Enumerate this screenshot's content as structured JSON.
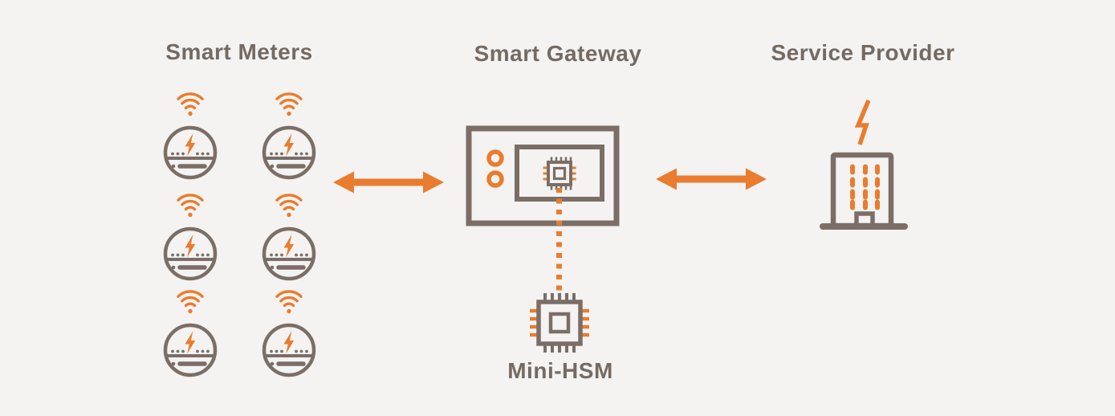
{
  "page": {
    "background": "#F4F3F2"
  },
  "colors": {
    "accent_orange": "#E97C2E",
    "line_brown": "#7B6E66",
    "text_brown": "#756A62",
    "background": "#F4F3F2"
  },
  "sections": {
    "smart_meters": {
      "title": "Smart Meters",
      "meter_count": 6,
      "columns": 2,
      "rows": 3
    },
    "smart_gateway": {
      "title": "Smart Gateway"
    },
    "service_provider": {
      "title": "Service Provider"
    },
    "mini_hsm": {
      "label": "Mini-HSM"
    }
  },
  "icons": {
    "wifi": "wifi-signal-icon",
    "meter": "electric-meter-icon",
    "gateway": "gateway-board-icon",
    "chip": "microchip-icon",
    "building": "office-building-icon",
    "bolt": "lightning-bolt-icon"
  },
  "connections": [
    {
      "from": "smart-meters",
      "to": "smart-gateway",
      "type": "bidirectional-arrow"
    },
    {
      "from": "smart-gateway",
      "to": "service-provider",
      "type": "bidirectional-arrow"
    },
    {
      "from": "smart-gateway",
      "to": "mini-hsm",
      "type": "dotted-line"
    }
  ]
}
